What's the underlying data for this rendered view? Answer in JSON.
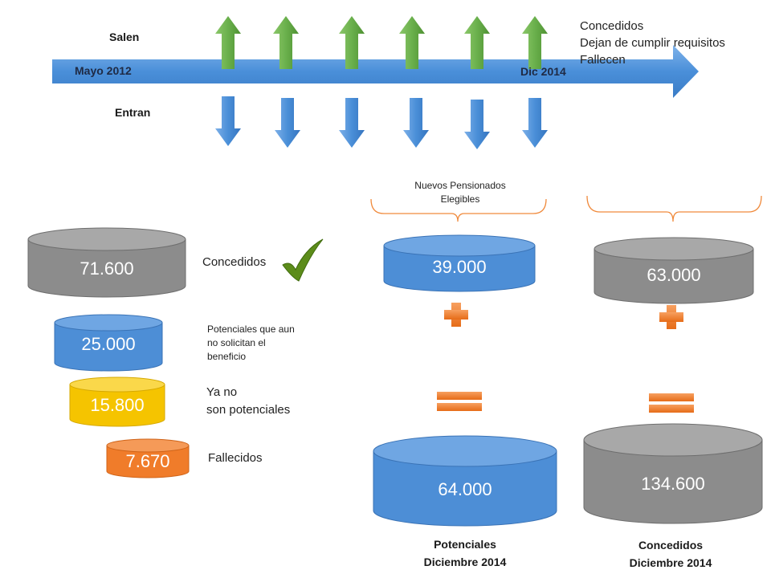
{
  "timeline": {
    "salen_label": "Salen",
    "entran_label": "Entran",
    "start_label": "Mayo 2012",
    "end_label": "Dic 2014",
    "legend": [
      "Concedidos",
      "Dejan de cumplir requisitos",
      "Fallecen"
    ]
  },
  "left": {
    "cyl_concedidos": "71.600",
    "concedidos_label": "Concedidos",
    "cyl_potenciales": "25.000",
    "potenciales_label_1": "Potenciales que aun",
    "potenciales_label_2": "no solicitan el",
    "potenciales_label_3": "beneficio",
    "cyl_ya_no": "15.800",
    "ya_no_label_1": "Ya no",
    "ya_no_label_2": "son potenciales",
    "cyl_fallecidos": "7.670",
    "fallecidos_label": "Fallecidos"
  },
  "middle": {
    "brace_label_1": "Nuevos Pensionados",
    "brace_label_2": "Elegibles",
    "cyl_top": "39.000",
    "cyl_bottom": "64.000",
    "caption_1": "Potenciales",
    "caption_2": "Diciembre 2014"
  },
  "right": {
    "cyl_top": "63.000",
    "cyl_bottom": "134.600",
    "caption_1": "Concedidos",
    "caption_2": "Diciembre 2014"
  },
  "colors": {
    "timeline_blue": "#4a90d9",
    "up_green": "#6ab04c",
    "down_blue": "#4a8fd8",
    "gray": "#8c8c8c",
    "blue": "#4d8ed6",
    "yellow": "#f5c400",
    "orange": "#f07c2a",
    "check_green": "#5c8c1a"
  }
}
